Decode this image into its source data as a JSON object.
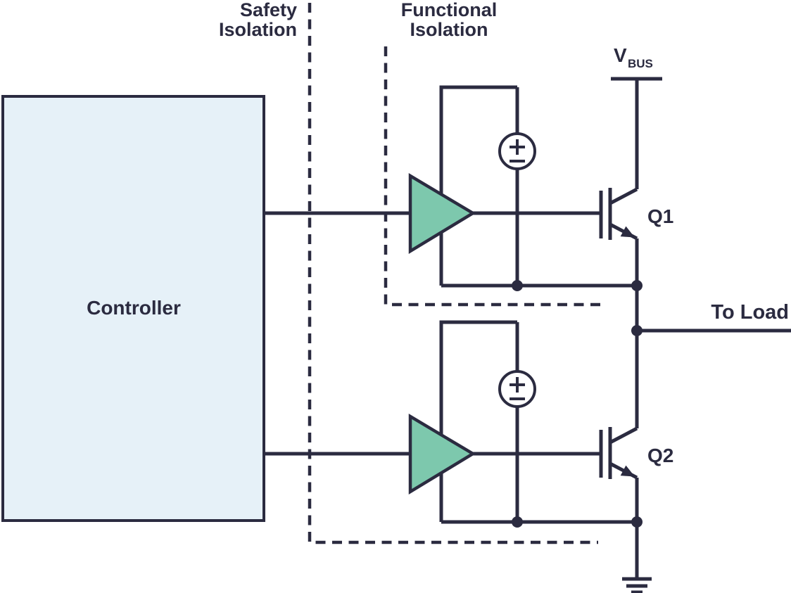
{
  "diagram": {
    "labels": {
      "safety_isolation": [
        "Safety",
        "Isolation"
      ],
      "functional_isolation": [
        "Functional",
        "Isolation"
      ],
      "controller": "Controller",
      "vbus_main": "V",
      "vbus_sub": "BUS",
      "q1": "Q1",
      "q2": "Q2",
      "to_load": "To Load"
    },
    "colors": {
      "line": "#2b2b40",
      "driver_fill": "#7dc8ad",
      "controller_fill": "#e6f1f8",
      "source_fill": "#ffffff",
      "background": "#ffffff"
    },
    "components": [
      {
        "id": "controller",
        "label": "Controller",
        "type": "control-block"
      },
      {
        "id": "safety-isolation-boundary",
        "label": "Safety Isolation",
        "type": "dashed-boundary"
      },
      {
        "id": "functional-isolation-boundary",
        "label": "Functional Isolation",
        "type": "dashed-boundary"
      },
      {
        "id": "gate-driver-high-side",
        "type": "driver-buffer"
      },
      {
        "id": "gate-driver-low-side",
        "type": "driver-buffer"
      },
      {
        "id": "isolated-supply-high-side",
        "type": "dc-voltage-source"
      },
      {
        "id": "isolated-supply-low-side",
        "type": "dc-voltage-source"
      },
      {
        "id": "q1",
        "label": "Q1",
        "type": "igbt-high-side-switch"
      },
      {
        "id": "q2",
        "label": "Q2",
        "type": "igbt-low-side-switch"
      },
      {
        "id": "vbus-rail",
        "label": "VBUS",
        "type": "supply-rail"
      },
      {
        "id": "load-output",
        "label": "To Load",
        "type": "output-node"
      },
      {
        "id": "ground",
        "type": "ground-symbol"
      }
    ]
  }
}
